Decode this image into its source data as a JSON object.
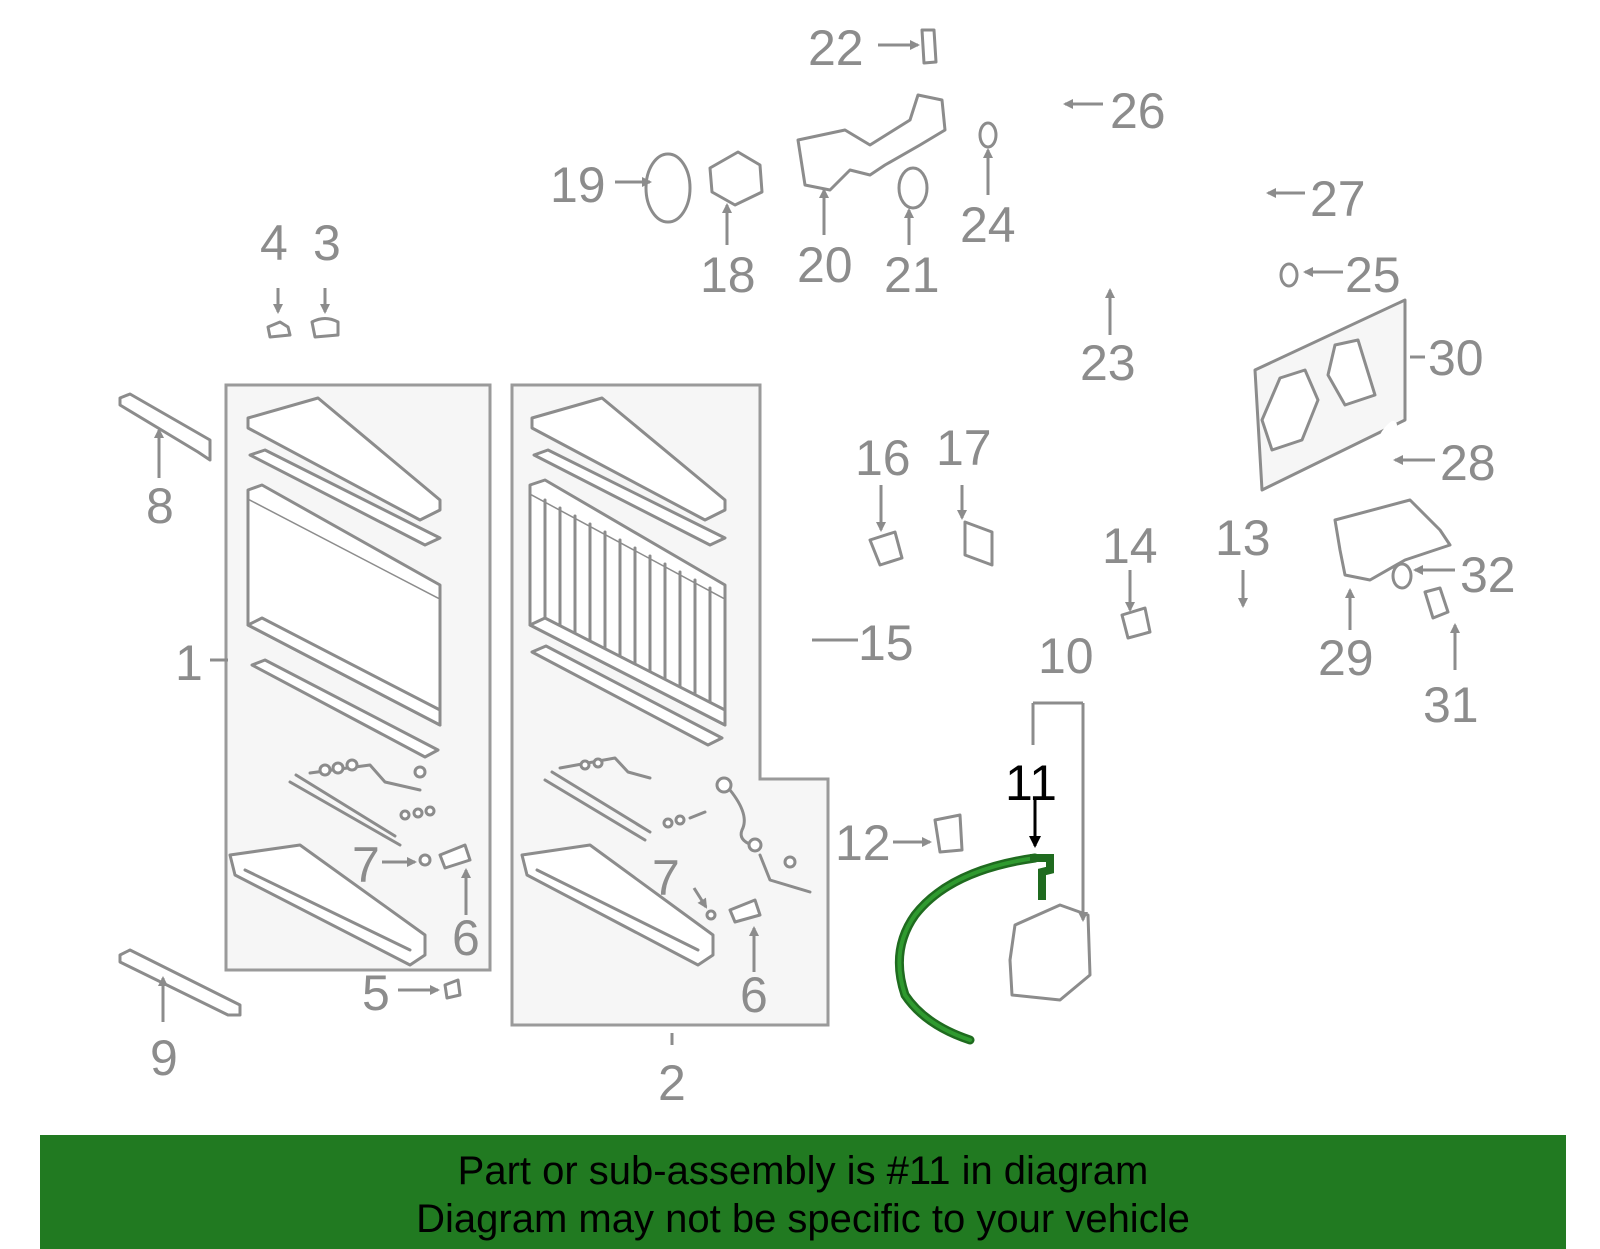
{
  "diagram": {
    "highlight_color": "#217a21",
    "highlight_part": "11",
    "callouts": {
      "c1": "1",
      "c2": "2",
      "c3": "3",
      "c4": "4",
      "c5": "5",
      "c6a": "6",
      "c6b": "6",
      "c7a": "7",
      "c7b": "7",
      "c8": "8",
      "c9": "9",
      "c10": "10",
      "c11": "11",
      "c12": "12",
      "c13": "13",
      "c14": "14",
      "c15": "15",
      "c16": "16",
      "c17": "17",
      "c18": "18",
      "c19": "19",
      "c20": "20",
      "c21": "21",
      "c22": "22",
      "c23": "23",
      "c24": "24",
      "c25": "25",
      "c26": "26",
      "c27": "27",
      "c28": "28",
      "c29": "29",
      "c30": "30",
      "c31": "31",
      "c32": "32"
    }
  },
  "banner": {
    "background": "#217a21",
    "line1": "Part or sub-assembly is #11 in diagram",
    "line2": "Diagram may not be specific to your vehicle"
  }
}
